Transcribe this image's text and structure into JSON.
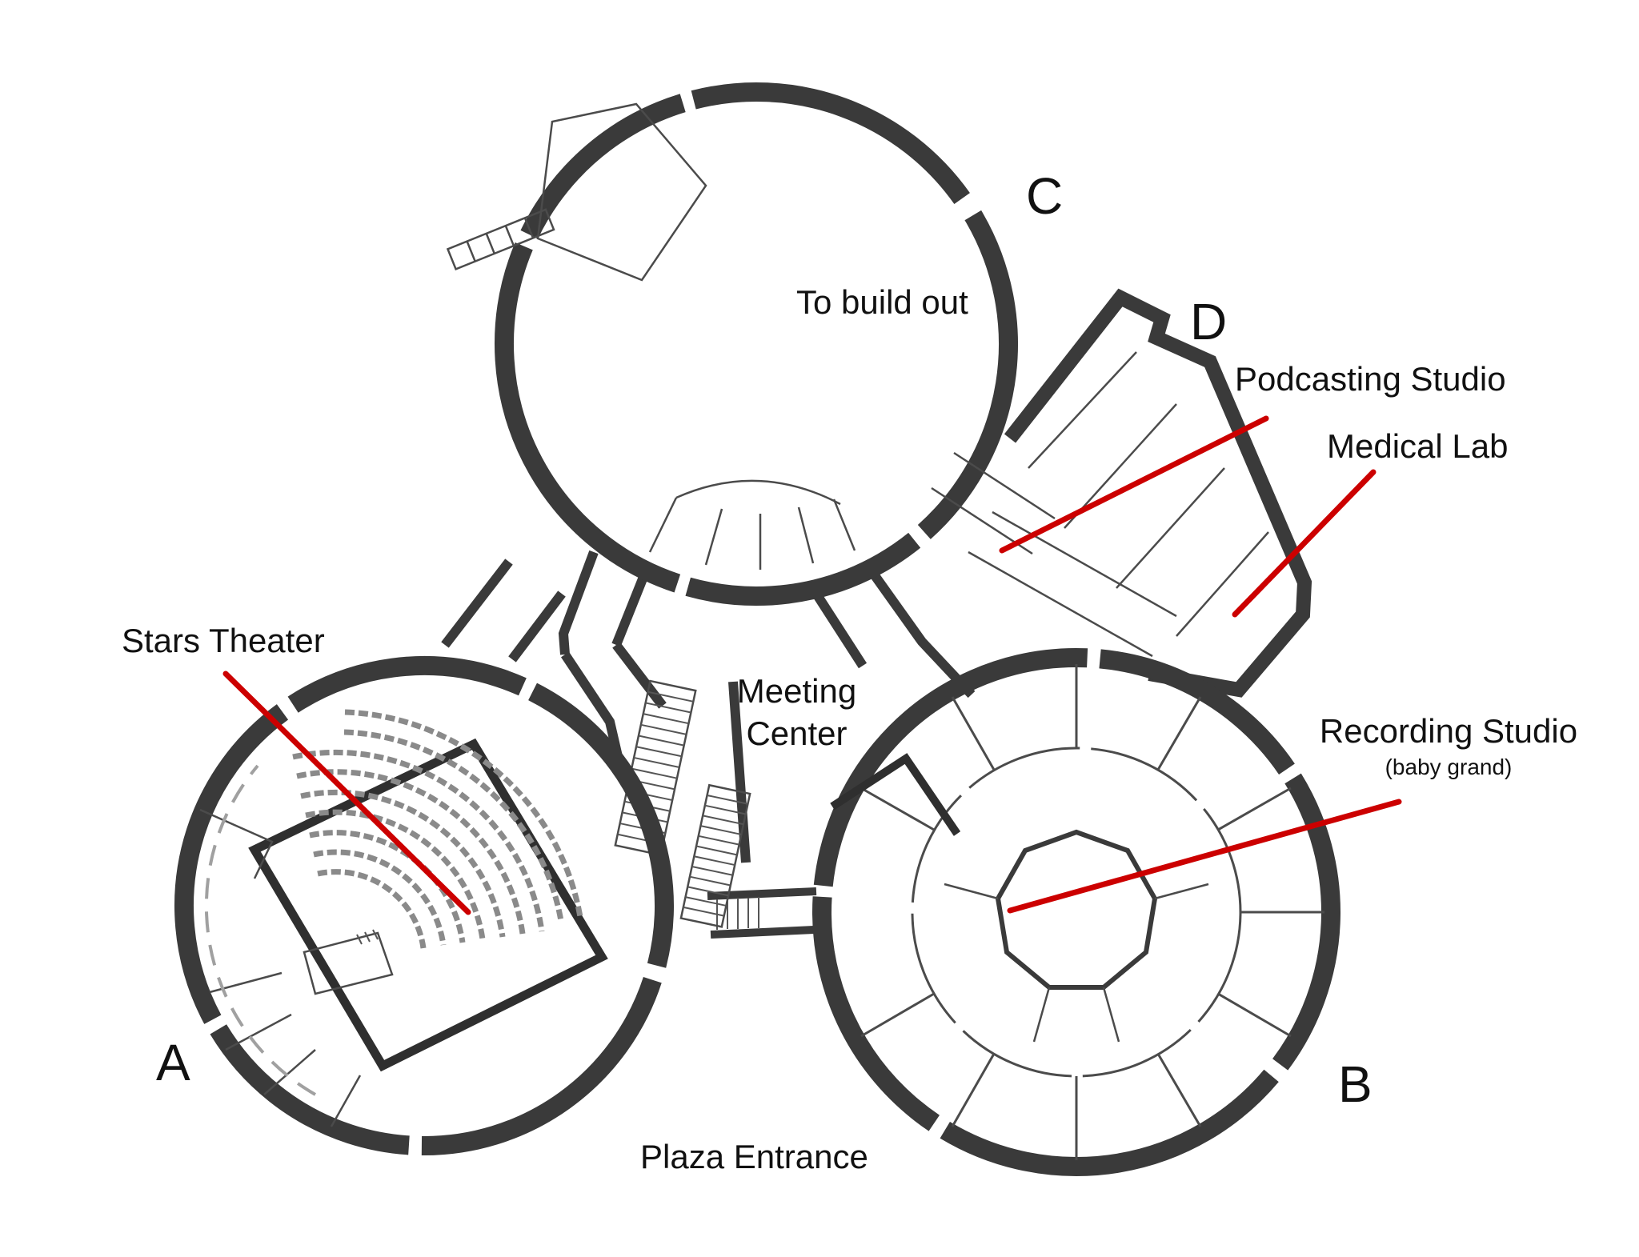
{
  "colors": {
    "walls": "#3a3a3a",
    "thin_lines": "#4b4b4b",
    "annotation": "#cc0000",
    "background": "#ffffff",
    "text": "#111111"
  },
  "labels": {
    "building_a": "A",
    "building_b": "B",
    "building_c": "C",
    "building_d": "D",
    "to_build_out": "To build out",
    "meeting_center": "Meeting Center",
    "plaza_entrance": "Plaza Entrance"
  },
  "callouts": {
    "stars_theater": "Stars Theater",
    "podcasting_studio": "Podcasting Studio",
    "medical_lab": "Medical Lab",
    "recording_studio": "Recording Studio",
    "recording_studio_note": "(baby grand)"
  }
}
